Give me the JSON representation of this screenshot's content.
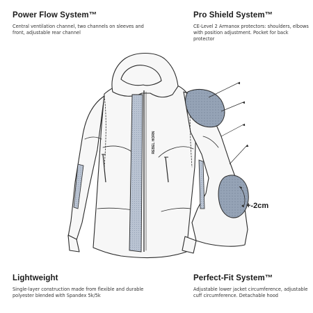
{
  "features": {
    "power_flow": {
      "title": "Power Flow System™",
      "body": "Central ventilation channel, two channels on sleeves and front, adjustable rear channel"
    },
    "pro_shield": {
      "title": "Pro Shield System™",
      "body": "CE-Level 2 Armanox protectors: shoulders, elbows with position adjustment. Pocket for back protector"
    },
    "lightweight": {
      "title": "Lightweight",
      "body": "Single-layer construction made from flexible and durable polyester blended with Spandex 5k/5k"
    },
    "perfect_fit": {
      "title": "Perfect-Fit System™",
      "body": "Adjustable lower jacket circumference, adjustable cuff circumference. Detachable hood"
    }
  },
  "annotation": {
    "adjust": "+-2cm"
  },
  "logo": {
    "chest": "REBEL HORN"
  },
  "colors": {
    "outline": "#2a2a2a",
    "jacket_fill": "#f7f7f7",
    "vent_fill": "#b9c3d2",
    "protector_fill": "#95a3b6"
  }
}
